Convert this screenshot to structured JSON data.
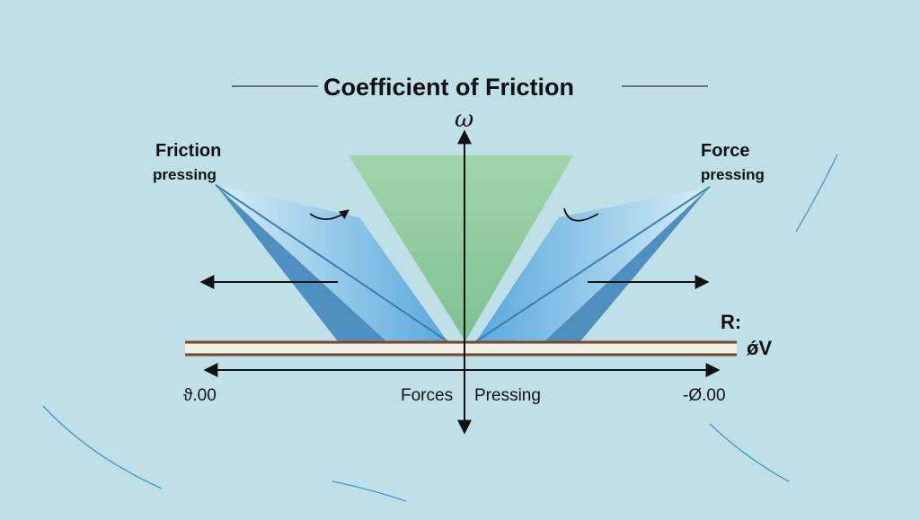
{
  "title": "Coefficient of Friction",
  "axis_label_top": "ω",
  "left_label": {
    "line1": "Friction",
    "line2": "pressing"
  },
  "right_label": {
    "line1": "Force",
    "line2": "pressing"
  },
  "right_marker_top": "R:",
  "right_marker_bottom": "ǿV",
  "bottom_left_value": "ϑ.00",
  "bottom_center_left": "Forces",
  "bottom_center_right": "Pressing",
  "bottom_right_value": "-Ø.00",
  "colors": {
    "background": "#bfe0e6",
    "blue_wedge": "#4d9fd4",
    "green_wedge": "#86c496",
    "surface_line": "#7a4a2a",
    "arrow": "#111111"
  }
}
